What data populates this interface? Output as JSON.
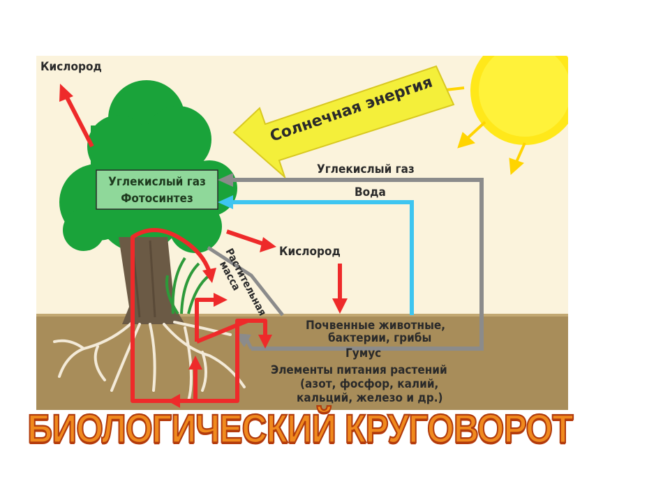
{
  "labels": {
    "oxygen_top": "Кислород",
    "solar_energy": "Солнечная энергия",
    "co2_box": "Углекислый газ",
    "photosynthesis": "Фотосинтез",
    "co2_line": "Углекислый газ",
    "water": "Вода",
    "oxygen_mid": "Кислород",
    "plant_mass_line1": "Растительная",
    "plant_mass_line2": "масса",
    "soil_animals_line1": "Почвенные животные,",
    "soil_animals_line2": "бактерии, грибы",
    "humus": "Гумус",
    "nutrients_line1": "Элементы питания растений",
    "nutrients_line2": "(азот, фосфор, калий,",
    "nutrients_line3": "кальций, железо и др.)"
  },
  "title": "БИОЛОГИЧЕСКИЙ КРУГОВОРОТ",
  "colors": {
    "sky": "#fbf3dc",
    "soil": "#a88d5a",
    "tree": "#1aa33a",
    "sun": "#ffe81a",
    "red_arrow": "#ee2a2a",
    "gray_arrow": "#8b8b8b",
    "water_arrow": "#3ec5f0",
    "title": "#f08a1e"
  }
}
